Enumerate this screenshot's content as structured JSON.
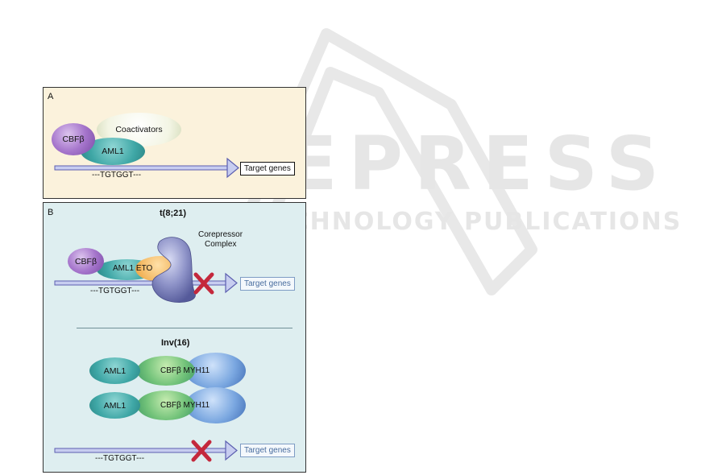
{
  "watermark": {
    "brand": "SCITEPRESS",
    "tagline": "SCIENCE AND TECHNOLOGY PUBLICATIONS"
  },
  "panel_a": {
    "letter": "A",
    "cbfb": "CBFβ",
    "coactivators": "Coactivators",
    "aml1": "AML1",
    "sequence": "---TGTGGT---",
    "target": "Target genes"
  },
  "panel_b": {
    "letter": "B",
    "t821": {
      "title": "t(8;21)",
      "corepressor_line1": "Corepressor",
      "corepressor_line2": "Complex",
      "cbfb": "CBFβ",
      "aml1_eto": "AML1 ETO",
      "sequence": "---TGTGGT---",
      "target": "Target genes"
    },
    "inv16": {
      "title": "Inv(16)",
      "row1_aml1": "AML1",
      "row1_fusion": "CBFβ MYH11",
      "row2_aml1": "AML1",
      "row2_fusion": "CBFβ MYH11",
      "sequence": "---TGTGGT---",
      "target": "Target genes"
    }
  },
  "colors": {
    "arrow_fill": "#c7cdf0",
    "arrow_stroke": "#5c5fb0",
    "block_x": "#c4283c",
    "corepressor": "#7076b2"
  }
}
